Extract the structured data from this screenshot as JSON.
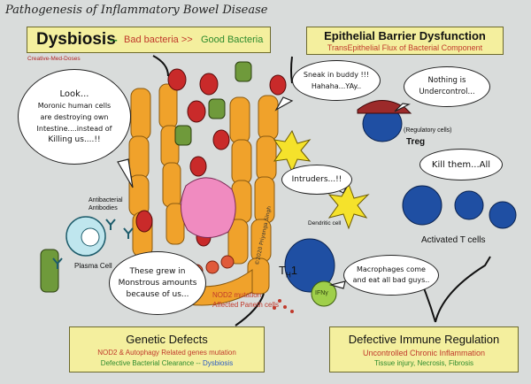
{
  "title": "Pathogenesis of Inflammatory Bowel Disease",
  "dysbiosis": {
    "main": "Dysbiosis",
    "dash": "--",
    "bad": "Bad bacteria >>",
    "good": "Good Bacteria"
  },
  "credit": "Creative-Med-Doses",
  "watermark": "©2020 Priyanga Singh",
  "epithelial": {
    "title": "Epithelial Barrier Dysfunction",
    "subtitle": "TransEpithelial Flux of Bacterial Component"
  },
  "bubbles": {
    "look": [
      "Look...",
      "Moronic human cells",
      "are destroying own",
      "Intestine....instead of",
      "Killing us....!!"
    ],
    "sneak": [
      "Sneak in buddy !!!",
      "Hahaha...YAy.."
    ],
    "nothing": [
      "Nothing is",
      "Undercontrol..."
    ],
    "intruders": "Intruders...!!",
    "kill": "Kill them...All",
    "macrophages": [
      "Macrophages come",
      "and eat all bad guys.."
    ],
    "monstrous": [
      "These grew in",
      "Monstrous amounts",
      "because of us..."
    ]
  },
  "labels": {
    "antibacterial": [
      "Antibacterial",
      "Antibodies"
    ],
    "plasma": "Plasma Cell",
    "regulatory": "(Regulatory cells)",
    "treg": "Treg",
    "dendritic": "Dendritic cell",
    "activated": "Activated T cells",
    "th1_main": "T",
    "th1_sub": "H",
    "th1_num": "1",
    "ifn": "IFNγ",
    "nod2": [
      "NOD2 mutation",
      "Affected Paneth cells"
    ]
  },
  "genetic": {
    "title": "Genetic Defects",
    "sub1": "NOD2 & Autophagy Related genes mutation",
    "sub2": "Defective Bacterial Clearance --",
    "sub2_highlight": "Dysbiosis"
  },
  "defective": {
    "title": "Defective Immune Regulation",
    "sub1": "Uncontrolled Chronic Inflammation",
    "sub2": "Tissue injury, Necrosis, Fibrosis"
  }
}
